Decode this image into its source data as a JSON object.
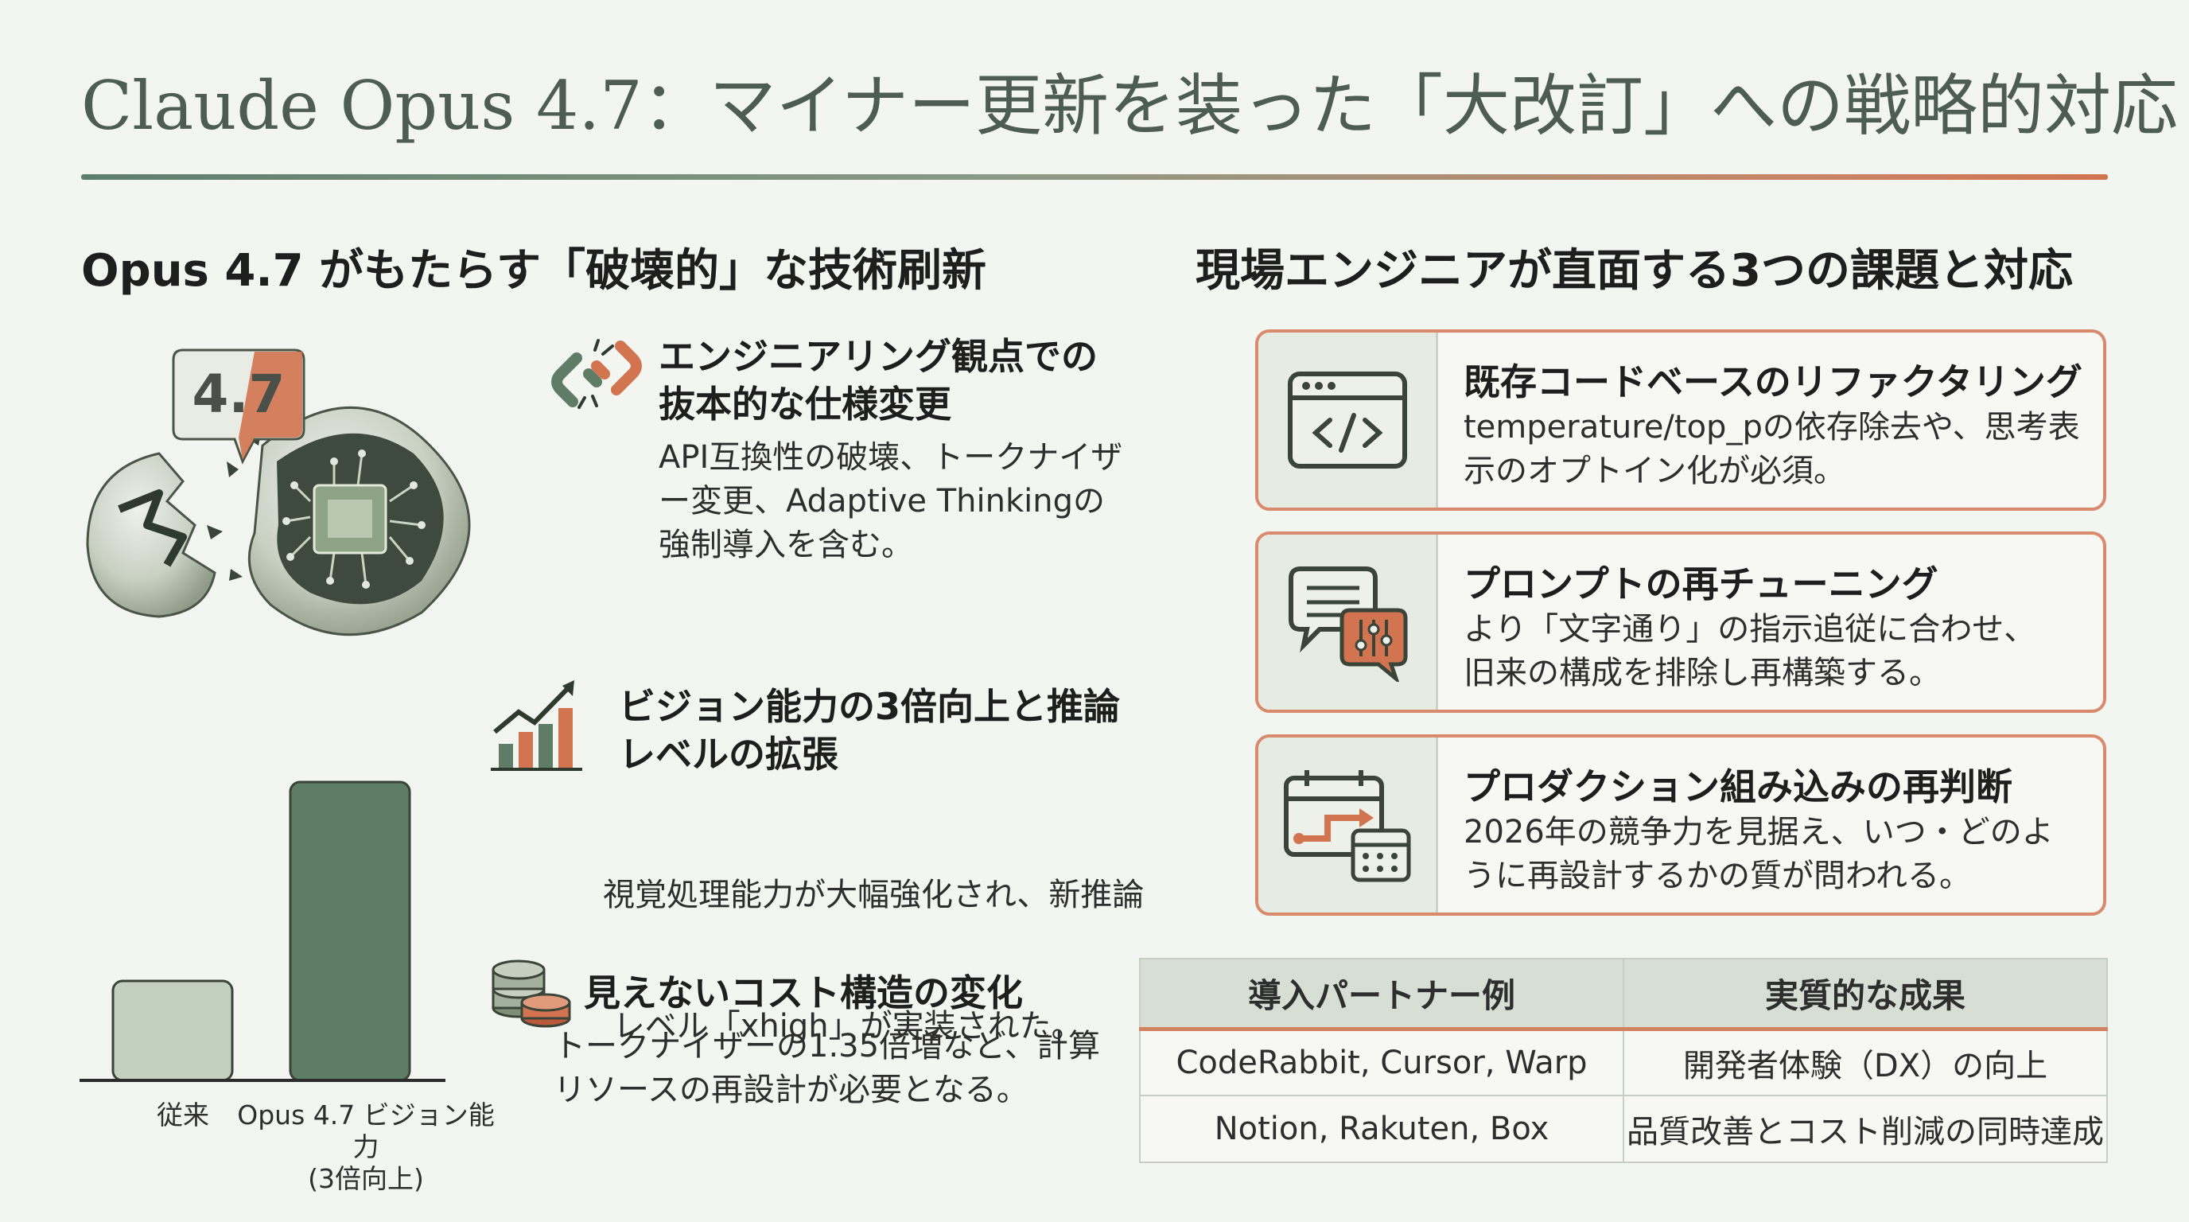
{
  "title": "Claude Opus 4.7：マイナー更新を装った「大改訂」への戦略的対応",
  "left_section": {
    "heading": "Opus 4.7 がもたらす「破壊的」な技術刷新",
    "badge": "4.7",
    "features": [
      {
        "icon": "broken-link-icon",
        "title_lines": [
          "エンジニアリング観点での",
          "抜本的な仕様変更"
        ],
        "desc_lines": [
          "API互換性の破壊、トークナイザ",
          "ー変更、Adaptive Thinkingの",
          "強制導入を含む。"
        ]
      },
      {
        "icon": "growth-chart-icon",
        "title_lines": [
          "ビジョン能力の3倍向上と推論",
          "レベルの拡張"
        ],
        "desc_lines": [
          "視覚処理能力が大幅強化され、新推論",
          " レベル「xhigh」が実装された。"
        ]
      },
      {
        "icon": "coin-stack-icon",
        "title_lines": [
          "見えないコスト構造の変化"
        ],
        "desc_lines": [
          "トークナイザーの1.35倍増など、計算",
          "リソースの再設計が必要となる。"
        ]
      }
    ]
  },
  "chart_data": {
    "type": "bar",
    "categories": [
      "従来",
      "Opus 4.7 ビジョン能力\n(3倍向上)"
    ],
    "category_lines": [
      [
        "従来"
      ],
      [
        "Opus 4.7 ビジョン能力",
        "(3倍向上)"
      ]
    ],
    "values": [
      1,
      3
    ],
    "ylim": [
      0,
      3.2
    ],
    "colors": [
      "#c3d0c0",
      "#5f7d66"
    ],
    "title": "",
    "xlabel": "",
    "ylabel": "",
    "grid": false
  },
  "right_section": {
    "heading": "現場エンジニアが直面する3つの課題と対応",
    "cards": [
      {
        "icon": "code-window-icon",
        "title": "既存コードベースのリファクタリング",
        "desc_lines": [
          "temperature/top_pの依存除去や、思考表",
          "示のオプトイン化が必須。"
        ]
      },
      {
        "icon": "chat-tuning-icon",
        "title": "プロンプトの再チューニング",
        "desc_lines": [
          "より「文字通り」の指示追従に合わせ、",
          "旧来の構成を排除し再構築する。"
        ]
      },
      {
        "icon": "calendar-route-icon",
        "title": "プロダクション組み込みの再判断",
        "desc_lines": [
          "2026年の競争力を見据え、いつ・どのよ",
          "うに再設計するかの質が問われる。"
        ]
      }
    ],
    "table": {
      "headers": [
        "導入パートナー例",
        "実質的な成果"
      ],
      "rows": [
        [
          "CodeRabbit, Cursor, Warp",
          "開発者体験（DX）の向上"
        ],
        [
          "Notion, Rakuten, Box",
          "品質改善とコスト削減の同時達成"
        ]
      ]
    }
  },
  "colors": {
    "accent_orange": "#d2744f",
    "accent_green": "#5f7d66",
    "title_color": "#4d5d53"
  }
}
